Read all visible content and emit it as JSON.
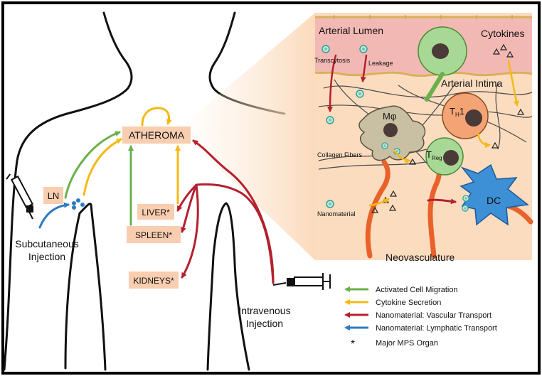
{
  "labels": {
    "atheroma": "ATHEROMA",
    "ln": "LN",
    "liver": "LIVER*",
    "spleen": "SPLEEN*",
    "kidneys": "KIDNEYS*",
    "subcutaneous_line1": "Subcutaneous",
    "subcutaneous_line2": "Injection",
    "intravenous_line1": "Intravenous",
    "intravenous_line2": "Injection"
  },
  "inset": {
    "arterial_lumen": "Arterial Lumen",
    "cytokines": "Cytokines",
    "transcytosis": "Transcytosis",
    "leakage": "Leakage",
    "arterial_intima": "Arterial Intima",
    "macrophage": "Mφ",
    "th1_main": "T",
    "th1_sub": "H",
    "th1_suffix": "1",
    "treg_main": "T",
    "treg_sub": "Reg",
    "collagen_fibers": "Collagen Fibers",
    "dc": "DC",
    "nanomaterial": "Nanomaterial",
    "neovasculature": "Neovasculature"
  },
  "legend": [
    {
      "label": "Activated Cell Migration",
      "color": "#6ab04c"
    },
    {
      "label": "Cytokine Secretion",
      "color": "#f5b914"
    },
    {
      "label": "Nanomaterial: Vascular Transport",
      "color": "#b5202e"
    },
    {
      "label": "Nanomaterial: Lymphatic Transport",
      "color": "#2c7bc0"
    }
  ],
  "legend_star": {
    "symbol": "*",
    "label": "Major MPS Organ"
  },
  "colors": {
    "migration": "#6ab04c",
    "cytokine": "#f5b914",
    "vascular": "#b5202e",
    "lymphatic": "#2c7bc0",
    "organ_box": "#f8cdb0",
    "lumen": "#f2b9b4",
    "intima": "#fbdcbf",
    "neovessel": "#e8622a",
    "dc": "#3d8fd6",
    "macrophage": "#c9c0a3",
    "th1": "#f4a474",
    "green_cell": "#a8d896"
  }
}
